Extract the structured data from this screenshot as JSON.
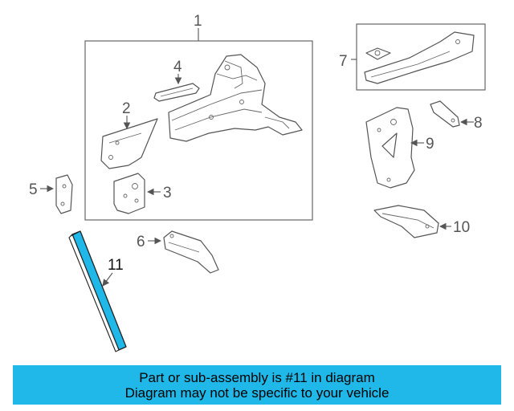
{
  "callouts": {
    "c1": "1",
    "c2": "2",
    "c3": "3",
    "c4": "4",
    "c5": "5",
    "c6": "6",
    "c7": "7",
    "c8": "8",
    "c9": "9",
    "c10": "10",
    "c11": "11"
  },
  "banner": {
    "line1": "Part or sub-assembly is #11 in diagram",
    "line2": "Diagram may not be specific to your vehicle"
  },
  "colors": {
    "highlight": "#1fb8e8",
    "banner_bg": "#1fb8e8",
    "line": "#555555"
  }
}
